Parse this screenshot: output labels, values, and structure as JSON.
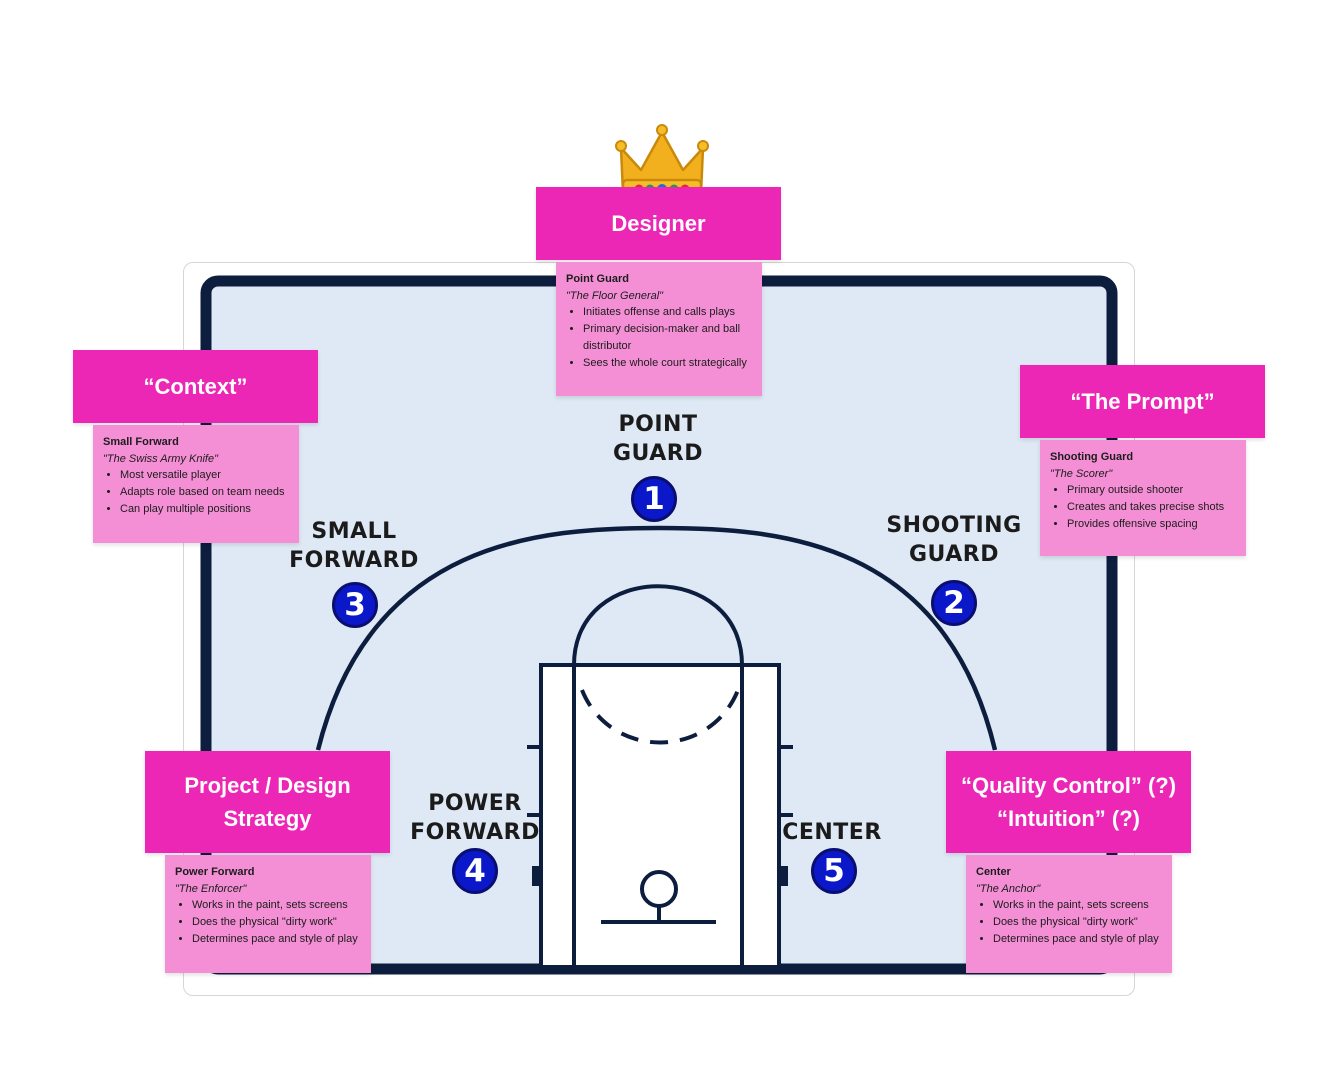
{
  "colors": {
    "title_card": "#ec27b5",
    "note_card": "#f48fd6",
    "court_fill": "#dfe9f5",
    "court_line": "#0d1d3e",
    "number_badge": "#0a18c9"
  },
  "crown": {
    "icon": "crown-icon"
  },
  "court": {
    "positions": [
      {
        "label": "POINT\nGUARD",
        "number": "1"
      },
      {
        "label": "SHOOTING\nGUARD",
        "number": "2"
      },
      {
        "label": "SMALL\nFORWARD",
        "number": "3"
      },
      {
        "label": "POWER\nFORWARD",
        "number": "4"
      },
      {
        "label": "CENTER",
        "number": "5"
      }
    ]
  },
  "cards": {
    "designer": {
      "title": "Designer",
      "role": "Point Guard",
      "nickname": "\"The Floor General\"",
      "bullets": [
        "Initiates offense and calls plays",
        "Primary decision-maker and ball distributor",
        "Sees the whole court strategically"
      ]
    },
    "context": {
      "title": "“Context”",
      "role": "Small Forward",
      "nickname": "\"The Swiss Army Knife\"",
      "bullets": [
        "Most versatile player",
        "Adapts role based on team needs",
        "Can play multiple positions"
      ]
    },
    "prompt": {
      "title": "“The Prompt”",
      "role": "Shooting Guard",
      "nickname": "\"The Scorer\"",
      "bullets": [
        "Primary outside shooter",
        "Creates and takes precise shots",
        "Provides offensive spacing"
      ]
    },
    "strategy": {
      "title": "Project / Design Strategy",
      "role": "Power Forward",
      "nickname": "\"The Enforcer\"",
      "bullets": [
        "Works in the paint, sets screens",
        "Does the physical \"dirty work\"",
        "Determines pace and style of play"
      ]
    },
    "quality": {
      "title_line1": "“Quality Control” (?)",
      "title_line2": "“Intuition” (?)",
      "role": "Center",
      "nickname": "\"The Anchor\"",
      "bullets": [
        "Works in the paint, sets screens",
        "Does the physical \"dirty work\"",
        "Determines pace and style of play"
      ]
    }
  }
}
